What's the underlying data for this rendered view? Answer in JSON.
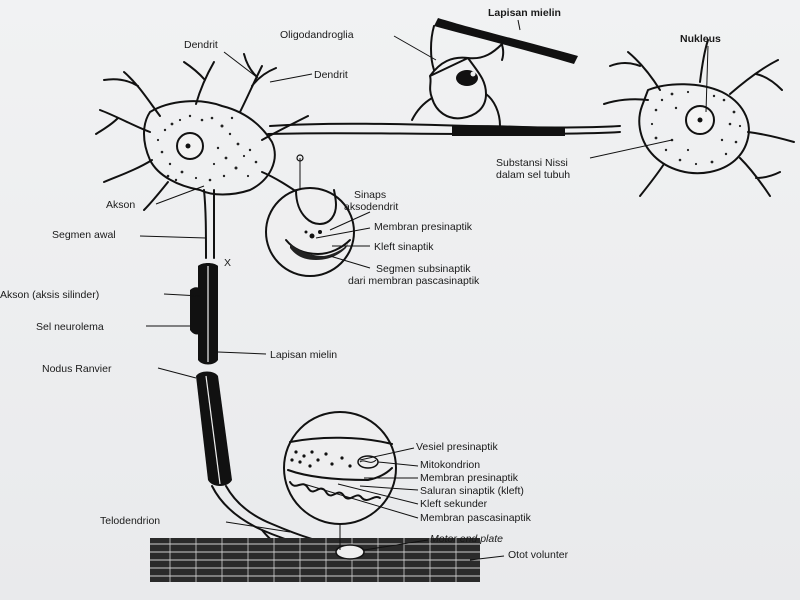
{
  "labels": {
    "dendrit_1": "Dendrit",
    "dendrit_2": "Dendrit",
    "oligodendroglia": "Oligodandroglia",
    "lapisan_mielin_top": "Lapisan mielin",
    "nukleus": "Nukleus",
    "substansi_nissi_1": "Substansi Nissi",
    "substansi_nissi_2": "dalam sel tubuh",
    "akson": "Akson",
    "segmen_awal": "Segmen awal",
    "sinaps_1": "Sinaps",
    "sinaps_2": "aksodendrit",
    "membran_presinaptik_1": "Membran presinaptik",
    "kleft_sinaptik": "Kleft sinaptik",
    "segmen_subsinaptik_1": "Segmen subsinaptik",
    "segmen_subsinaptik_2": "dari membran pascasinaptik",
    "x_mark": "X",
    "akson_aksis": "Akson (aksis silinder)",
    "sel_neurolema": "Sel neurolema",
    "nodus_ranvier": "Nodus Ranvier",
    "lapisan_mielin_mid": "Lapisan mielin",
    "vesiel_presinaptik": "Vesiel presinaptik",
    "mitokondrion": "Mitokondrion",
    "membran_presinaptik_2": "Membran presinaptik",
    "saluran_sinaptik": "Saluran sinaptik (kleft)",
    "kleft_sekunder": "Kleft sekunder",
    "membran_pascasinaptik": "Membran pascasinaptik",
    "telodendrion": "Telodendrion",
    "motor_end_plate": "Motor end plate",
    "otot_volunter": "Otot volunter"
  }
}
